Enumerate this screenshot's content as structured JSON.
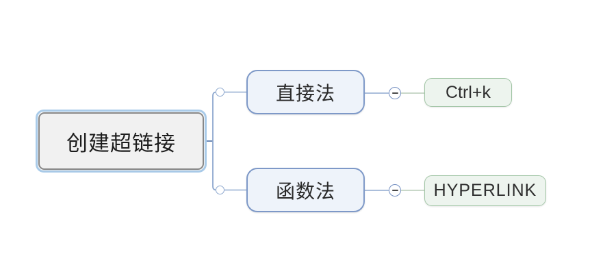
{
  "mindmap": {
    "root": {
      "label": "创建超链接",
      "selected": true
    },
    "branches": [
      {
        "label": "直接法",
        "child": {
          "label": "Ctrl+k"
        }
      },
      {
        "label": "函数法",
        "child": {
          "label": "HYPERLINK"
        }
      }
    ],
    "icons": {
      "collapse": "minus-circle-icon",
      "connector_dot": "hollow-circle-icon"
    },
    "colors": {
      "background": "#ffffff",
      "selection_halo": "#a9cbe9",
      "root_border": "#878787",
      "root_fill": "#f1f1f1",
      "branch_border": "#7e99c8",
      "branch_fill": "#eef3fa",
      "leaf_border": "#a3c6a7",
      "leaf_fill": "#edf4ee",
      "wire_blue": "#8fa9cf",
      "wire_green": "#b7cbb7",
      "stub_blue": "#6b88b5",
      "text": "#1d1d1d"
    }
  }
}
